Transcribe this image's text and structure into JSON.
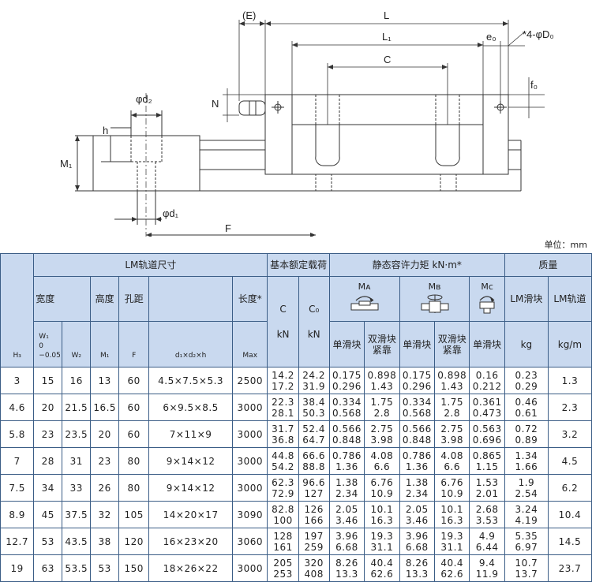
{
  "drawing": {
    "labels": {
      "E": "(E)",
      "L": "L",
      "L1": "L₁",
      "C": "C",
      "e0": "e₀",
      "D0": "*4-φD₀",
      "f0": "f₀",
      "N": "N",
      "d2": "φd₂",
      "h": "h",
      "M1": "M₁",
      "d1": "φd₁",
      "F": "F"
    }
  },
  "unit_note": "单位：mm",
  "table": {
    "group_rail": "LM轨道尺寸",
    "group_load": "基本额定载荷",
    "group_moment": "静态容许力矩 kN·m*",
    "group_mass": "质量",
    "col_width": "宽度",
    "col_height": "高度",
    "col_pitch": "孔距",
    "col_length": "长度*",
    "col_C": "C",
    "col_C0": "C₀",
    "col_MA": "Mᴀ",
    "col_MB": "Mʙ",
    "col_MC": "Mᴄ",
    "col_block_mass": "LM滑块",
    "col_rail_mass": "LM轨道",
    "sub_single": "单滑块",
    "sub_double_line1": "双滑块",
    "sub_double_line2": "紧靠",
    "unit_H3": "H₃",
    "unit_W1_a": "W₁",
    "unit_W1_b": "0",
    "unit_W1_c": "−0.05",
    "unit_W2": "W₂",
    "unit_M1": "M₁",
    "unit_F": "F",
    "unit_dims": "d₁×d₂×h",
    "unit_max": "Max",
    "unit_kN1": "kN",
    "unit_kN2": "kN",
    "unit_kg": "kg",
    "unit_kgm": "kg/m",
    "rows": [
      {
        "H3": "3",
        "W1": "15",
        "W2": "16",
        "M1": "13",
        "F": "60",
        "dims": "4.5×7.5×5.3",
        "max": "2500",
        "C": [
          "14.2",
          "17.2"
        ],
        "C0": [
          "24.2",
          "31.9"
        ],
        "MA1": [
          "0.175",
          "0.296"
        ],
        "MA2": [
          "0.898",
          "1.43"
        ],
        "MB1": [
          "0.175",
          "0.296"
        ],
        "MB2": [
          "0.898",
          "1.43"
        ],
        "MC": [
          "0.16",
          "0.212"
        ],
        "block": [
          "0.23",
          "0.29"
        ],
        "rail": "1.3"
      },
      {
        "H3": "4.6",
        "W1": "20",
        "W2": "21.5",
        "M1": "16.5",
        "F": "60",
        "dims": "6×9.5×8.5",
        "max": "3000",
        "C": [
          "22.3",
          "28.1"
        ],
        "C0": [
          "38.4",
          "50.3"
        ],
        "MA1": [
          "0.334",
          "0.568"
        ],
        "MA2": [
          "1.75",
          "2.8"
        ],
        "MB1": [
          "0.334",
          "0.568"
        ],
        "MB2": [
          "1.75",
          "2.8"
        ],
        "MC": [
          "0.361",
          "0.473"
        ],
        "block": [
          "0.46",
          "0.61"
        ],
        "rail": "2.3"
      },
      {
        "H3": "5.8",
        "W1": "23",
        "W2": "23.5",
        "M1": "20",
        "F": "60",
        "dims": "7×11×9",
        "max": "3000",
        "C": [
          "31.7",
          "36.8"
        ],
        "C0": [
          "52.4",
          "64.7"
        ],
        "MA1": [
          "0.566",
          "0.848"
        ],
        "MA2": [
          "2.75",
          "3.98"
        ],
        "MB1": [
          "0.566",
          "0.848"
        ],
        "MB2": [
          "2.75",
          "3.98"
        ],
        "MC": [
          "0.563",
          "0.696"
        ],
        "block": [
          "0.72",
          "0.89"
        ],
        "rail": "3.2"
      },
      {
        "H3": "7",
        "W1": "28",
        "W2": "31",
        "M1": "23",
        "F": "80",
        "dims": "9×14×12",
        "max": "3000",
        "C": [
          "44.8",
          "54.2"
        ],
        "C0": [
          "66.6",
          "88.8"
        ],
        "MA1": [
          "0.786",
          "1.36"
        ],
        "MA2": [
          "4.08",
          "6.6"
        ],
        "MB1": [
          "0.786",
          "1.36"
        ],
        "MB2": [
          "4.08",
          "6.6"
        ],
        "MC": [
          "0.865",
          "1.15"
        ],
        "block": [
          "1.34",
          "1.66"
        ],
        "rail": "4.5"
      },
      {
        "H3": "7.5",
        "W1": "34",
        "W2": "33",
        "M1": "26",
        "F": "80",
        "dims": "9×14×12",
        "max": "3000",
        "C": [
          "62.3",
          "72.9"
        ],
        "C0": [
          "96.6",
          "127"
        ],
        "MA1": [
          "1.38",
          "2.34"
        ],
        "MA2": [
          "6.76",
          "10.9"
        ],
        "MB1": [
          "1.38",
          "2.34"
        ],
        "MB2": [
          "6.76",
          "10.9"
        ],
        "MC": [
          "1.53",
          "2.01"
        ],
        "block": [
          "1.9",
          "2.54"
        ],
        "rail": "6.2"
      },
      {
        "H3": "8.9",
        "W1": "45",
        "W2": "37.5",
        "M1": "32",
        "F": "105",
        "dims": "14×20×17",
        "max": "3090",
        "C": [
          "82.8",
          "100"
        ],
        "C0": [
          "126",
          "166"
        ],
        "MA1": [
          "2.05",
          "3.46"
        ],
        "MA2": [
          "10.1",
          "16.3"
        ],
        "MB1": [
          "2.05",
          "3.46"
        ],
        "MB2": [
          "10.1",
          "16.3"
        ],
        "MC": [
          "2.68",
          "3.53"
        ],
        "block": [
          "3.24",
          "4.19"
        ],
        "rail": "10.4"
      },
      {
        "H3": "12.7",
        "W1": "53",
        "W2": "43.5",
        "M1": "38",
        "F": "120",
        "dims": "16×23×20",
        "max": "3060",
        "C": [
          "128",
          "161"
        ],
        "C0": [
          "197",
          "259"
        ],
        "MA1": [
          "3.96",
          "6.68"
        ],
        "MA2": [
          "19.3",
          "31.1"
        ],
        "MB1": [
          "3.96",
          "6.68"
        ],
        "MB2": [
          "19.3",
          "31.1"
        ],
        "MC": [
          "4.9",
          "6.44"
        ],
        "block": [
          "5.35",
          "6.97"
        ],
        "rail": "14.5"
      },
      {
        "H3": "19",
        "W1": "63",
        "W2": "53.5",
        "M1": "53",
        "F": "150",
        "dims": "18×26×22",
        "max": "3000",
        "C": [
          "205",
          "253"
        ],
        "C0": [
          "320",
          "408"
        ],
        "MA1": [
          "8.26",
          "13.3"
        ],
        "MA2": [
          "40.4",
          "62.6"
        ],
        "MB1": [
          "8.26",
          "13.3"
        ],
        "MB2": [
          "40.4",
          "62.6"
        ],
        "MC": [
          "9.4",
          "11.9"
        ],
        "block": [
          "10.7",
          "13.7"
        ],
        "rail": "23.7"
      }
    ]
  }
}
